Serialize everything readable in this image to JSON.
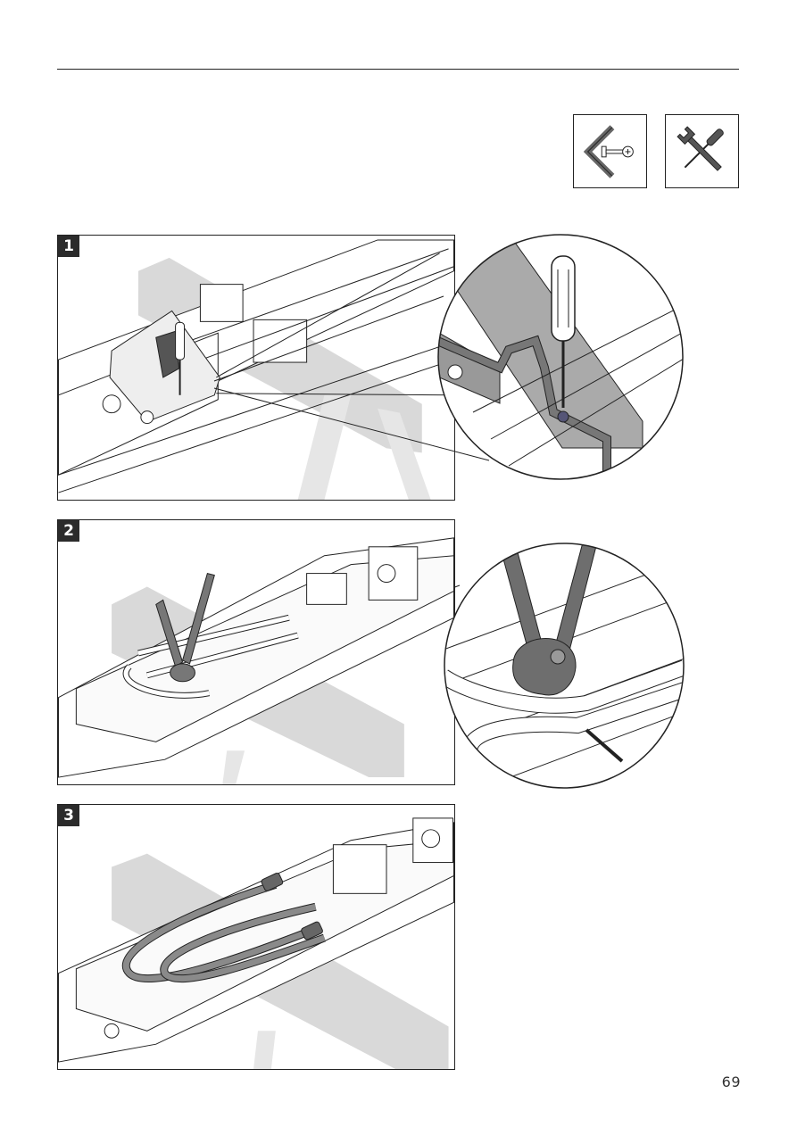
{
  "header": {
    "icons": [
      {
        "icon": "angle-screw-mount-icon"
      },
      {
        "icon": "screwdriver-wrench-icon"
      }
    ]
  },
  "steps": [
    {
      "label": "1"
    },
    {
      "label": "2"
    },
    {
      "label": "3"
    }
  ],
  "footer": {
    "page_number": "69"
  },
  "colors": {
    "line": "#222222",
    "sawhorse": "#d9d9d9",
    "hose": "#8a8a8a",
    "tool": "#6e6e6e"
  }
}
